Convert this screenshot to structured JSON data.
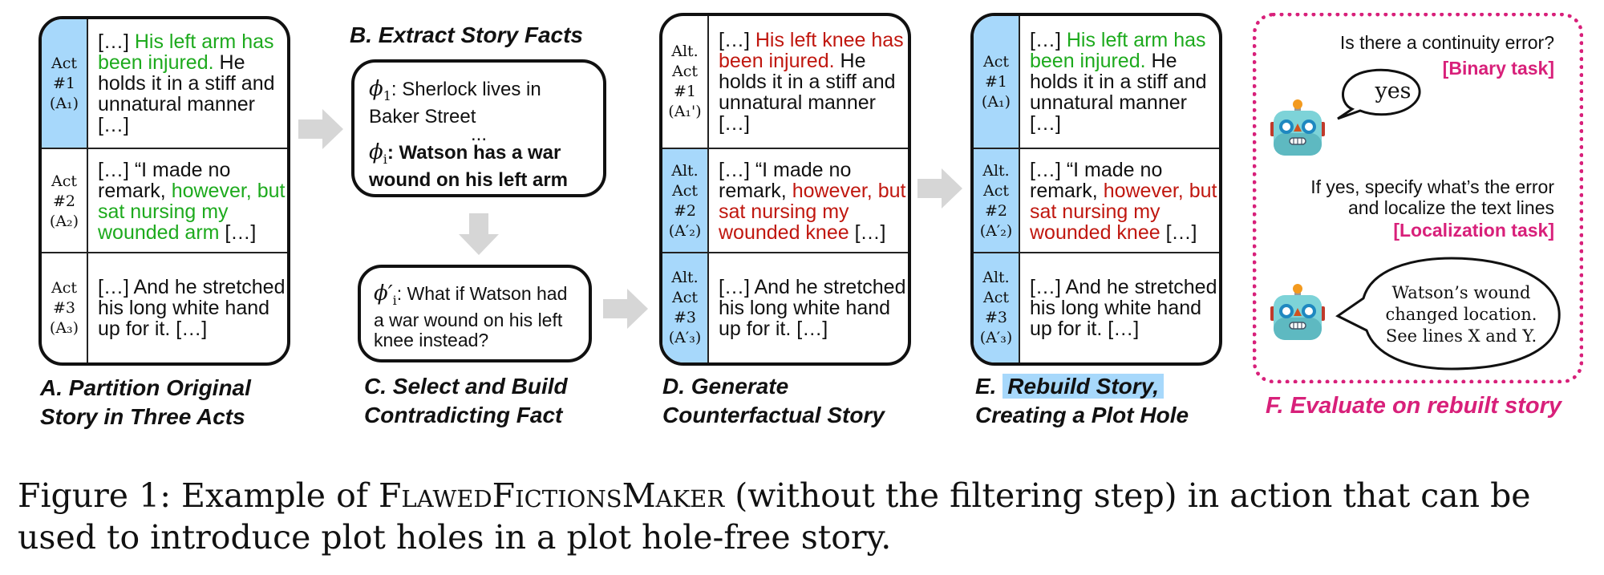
{
  "panels": {
    "a": {
      "caption_line1": "A. Partition Original",
      "caption_line2": "Story in Three Acts",
      "rows": [
        {
          "label_line1": "Act",
          "label_line2": "#1",
          "label_line3": "",
          "label_paren": "(A₁)",
          "prefix": "[…] ",
          "highlight": "His left arm has been injured.",
          "suffix": " He holds it in a stiff and unnatural manner […]"
        },
        {
          "label_line1": "Act",
          "label_line2": "#2",
          "label_line3": "",
          "label_paren": "(A₂)",
          "prefix": "[…] “I made no remark, ",
          "highlight": "however, but sat nursing my wounded arm",
          "suffix": " […]"
        },
        {
          "label_line1": "Act",
          "label_line2": "#3",
          "label_line3": "",
          "label_paren": "(A₃)",
          "prefix": "[…] And he stretched his long white hand up for it. […]",
          "highlight": "",
          "suffix": ""
        }
      ]
    },
    "b": {
      "title": "B. Extract Story Facts",
      "fact1_symbol": "ϕ",
      "fact1_sub": "1",
      "fact1_text": ": Sherlock lives in Baker Street",
      "ellipsis": "...",
      "facti_symbol": "ϕ",
      "facti_sub": "i",
      "facti_text": ": Watson has a war wound on his left arm"
    },
    "c": {
      "symbol": "ϕ′",
      "sub": "i",
      "text": ": What if Watson had a war wound on his left knee instead?",
      "caption_line1": "C. Select and Build",
      "caption_line2": "Contradicting Fact"
    },
    "d": {
      "caption_line1": "D. Generate",
      "caption_line2": "Counterfactual Story",
      "rows": [
        {
          "label_line1": "Alt.",
          "label_line2": "Act",
          "label_line3": "#1",
          "label_paren": "(A₁')",
          "prefix": "[…] ",
          "highlight": "His left knee has been injured.",
          "suffix": " He holds it in a stiff and unnatural manner […]"
        },
        {
          "label_line1": "Alt.",
          "label_line2": "Act",
          "label_line3": "#2",
          "label_paren": "(A′₂)",
          "prefix": "[…] “I made no remark, ",
          "highlight": "however, but sat nursing my wounded knee",
          "suffix": " […]"
        },
        {
          "label_line1": "Alt.",
          "label_line2": "Act",
          "label_line3": "#3",
          "label_paren": "(A′₃)",
          "prefix": "[…] And he stretched his long white hand up for it. […]",
          "highlight": "",
          "suffix": ""
        }
      ]
    },
    "e": {
      "caption_prefix": "E. ",
      "caption_highlight": "Rebuild Story,",
      "caption_line2": "Creating a Plot Hole",
      "rows": [
        {
          "label_line1": "Act",
          "label_line2": "#1",
          "label_line3": "",
          "label_paren": "(A₁)",
          "prefix": "[…] ",
          "highlight": "His left arm has been injured.",
          "suffix": " He holds it in a stiff and unnatural manner […]"
        },
        {
          "label_line1": "Alt.",
          "label_line2": "Act",
          "label_line3": "#2",
          "label_paren": "(A′₂)",
          "prefix": "[…] “I made no remark, ",
          "highlight": "however, but sat nursing my wounded knee",
          "suffix": " […]"
        },
        {
          "label_line1": "Alt.",
          "label_line2": "Act",
          "label_line3": "#3",
          "label_paren": "(A′₃)",
          "prefix": "[…] And he stretched his long white hand up for it. […]",
          "highlight": "",
          "suffix": ""
        }
      ]
    },
    "f": {
      "question1": "Is there a continuity error?",
      "task1": "[Binary task]",
      "answer1": "yes",
      "question2_line1": "If yes, specify what’s the error",
      "question2_line2": "and localize the text lines",
      "task2": "[Localization task]",
      "answer2_line1": "Watson’s wound",
      "answer2_line2": "changed location.",
      "answer2_line3": "See lines X and Y.",
      "caption": "F. Evaluate on rebuilt story",
      "robot_icon": "robot-face-icon"
    }
  },
  "figure_caption": {
    "prefix": "Figure 1: Example of ",
    "name": "FlawedFictionsMaker",
    "suffix": " (without the filtering step) in action that can be used to introduce plot holes in a plot hole-free story."
  },
  "colors": {
    "act_label_blue": "#a7d8fb",
    "original_fact_green": "#1daa1d",
    "altered_fact_red": "#c0170f",
    "evaluation_pink": "#d8207a",
    "arrow_gray": "#d6d6d6"
  }
}
